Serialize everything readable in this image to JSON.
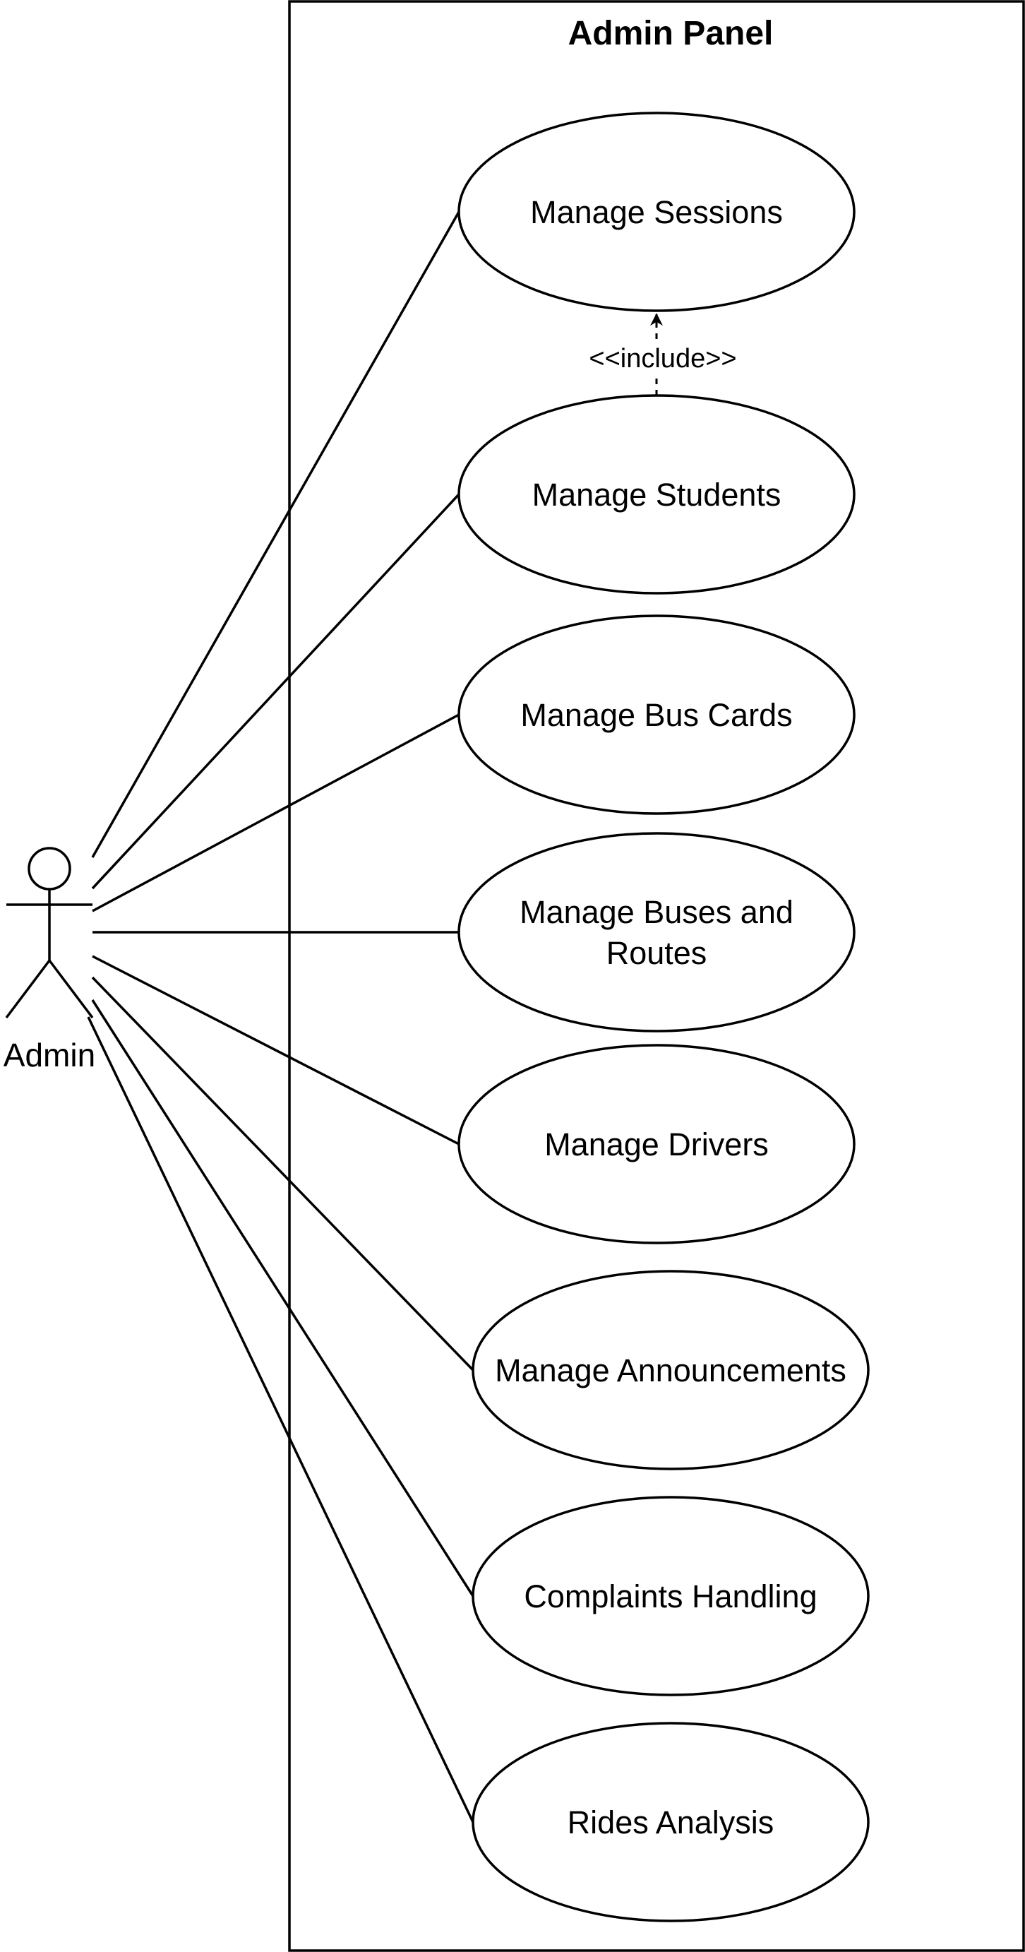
{
  "system": {
    "title": "Admin Panel"
  },
  "actor": {
    "label": "Admin"
  },
  "use_cases": [
    {
      "id": "uc1",
      "lines": [
        "Manage Sessions"
      ]
    },
    {
      "id": "uc2",
      "lines": [
        "Manage Students"
      ]
    },
    {
      "id": "uc3",
      "lines": [
        "Manage Bus Cards"
      ]
    },
    {
      "id": "uc4",
      "lines": [
        "Manage Buses and",
        "Routes"
      ]
    },
    {
      "id": "uc5",
      "lines": [
        "Manage Drivers"
      ]
    },
    {
      "id": "uc6",
      "lines": [
        "Manage Announcements"
      ]
    },
    {
      "id": "uc7",
      "lines": [
        "Complaints Handling"
      ]
    },
    {
      "id": "uc8",
      "lines": [
        "Rides Analysis"
      ]
    }
  ],
  "relationships": [
    {
      "type": "include",
      "from": "uc2",
      "to": "uc1",
      "label": "<<include>>"
    }
  ]
}
